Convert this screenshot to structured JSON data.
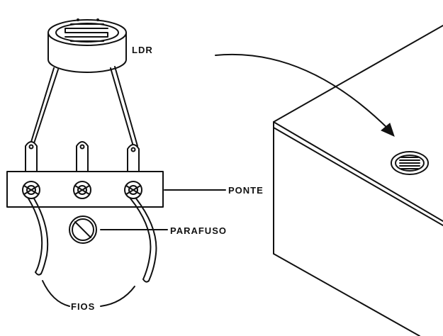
{
  "labels": {
    "ldr": "LDR",
    "ponte": "PONTE",
    "parafuso": "PARAFUSO",
    "fios": "FIOS"
  },
  "colors": {
    "ink": "#111111",
    "paper": "#ffffff"
  }
}
